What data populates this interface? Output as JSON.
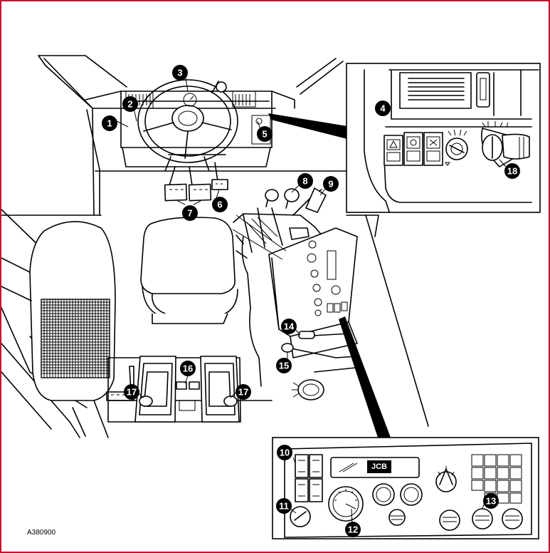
{
  "figure_ref": "A380900",
  "brand_logo_text": "JCB",
  "callouts": [
    "1",
    "2",
    "3",
    "4",
    "5",
    "6",
    "7",
    "8",
    "9",
    "10",
    "11",
    "12",
    "13",
    "14",
    "15",
    "16",
    "17",
    "18"
  ]
}
